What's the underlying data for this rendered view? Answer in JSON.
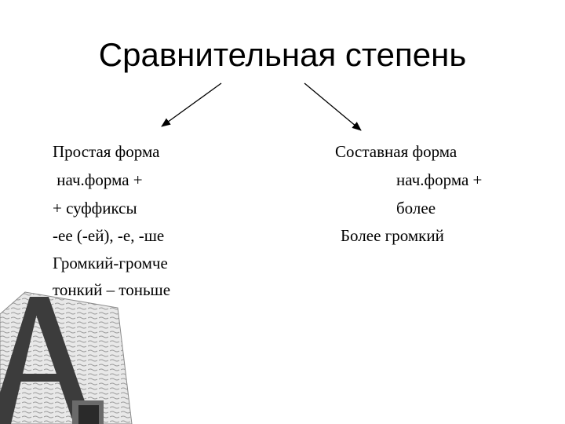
{
  "title": "Сравнительная степень",
  "left_column": {
    "lines": [
      "Простая форма",
      " нач.форма +",
      "+ суффиксы",
      "-ее (-ей), -е, -ше",
      "Громкий-громче",
      "тонкий – тоньше"
    ]
  },
  "right_column": {
    "lines": [
      "Составная форма",
      "нач.форма +",
      "более",
      "Более громкий"
    ]
  },
  "decoration": {
    "icon": "letter-a-manuscript-ornament-icon"
  }
}
